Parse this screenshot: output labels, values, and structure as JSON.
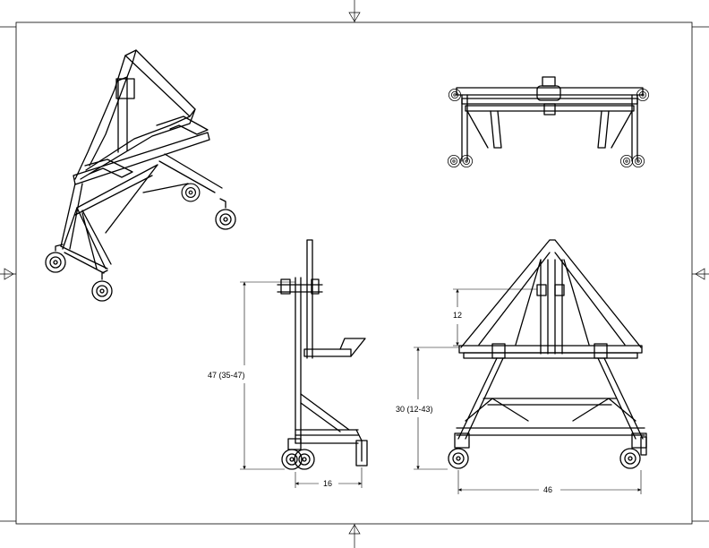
{
  "dimensions": {
    "side_height": "47 (35-47)",
    "side_depth": "16",
    "front_upper": "12",
    "front_height": "30 (12-43)",
    "front_width": "46"
  }
}
